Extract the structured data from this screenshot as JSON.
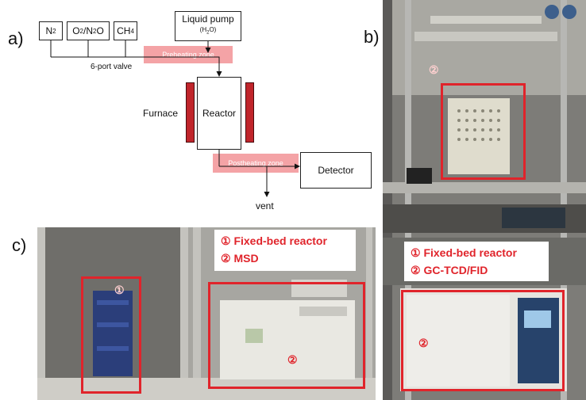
{
  "panel_a": {
    "letter": "a)",
    "gas_n2": "N",
    "gas_n2_sub": "2",
    "gas_o2": "O",
    "gas_o2_sub": "2",
    "gas_slash_n2o": "/N",
    "gas_n2o_sub": "2",
    "gas_n2o_o": "O",
    "gas_ch4": "CH",
    "gas_ch4_sub": "4",
    "pump_label": "Liquid pump",
    "pump_sub_pre": "(H",
    "pump_sub_2": "2",
    "pump_sub_post": "O)",
    "valve_label": "6-port valve",
    "preheating_label": "Preheating zone",
    "furnace_label": "Furnace",
    "reactor_label": "Reactor",
    "postheating_label": "Postheating zone",
    "detector_label": "Detector",
    "vent_label": "vent"
  },
  "panel_b": {
    "letter": "b)",
    "marker_top": "②",
    "legend_line1": "① Fixed-bed reactor",
    "legend_line2": "② GC-TCD/FID",
    "marker_bottom": "②"
  },
  "panel_c": {
    "letter": "c)",
    "marker_reactor": "①",
    "marker_msd": "②",
    "legend_line1": "① Fixed-bed reactor",
    "legend_line2": "② MSD"
  },
  "colors": {
    "heater_red": "#c0252b",
    "zone_pink": "#f4a3a6",
    "highlight_red": "#e0242b"
  }
}
